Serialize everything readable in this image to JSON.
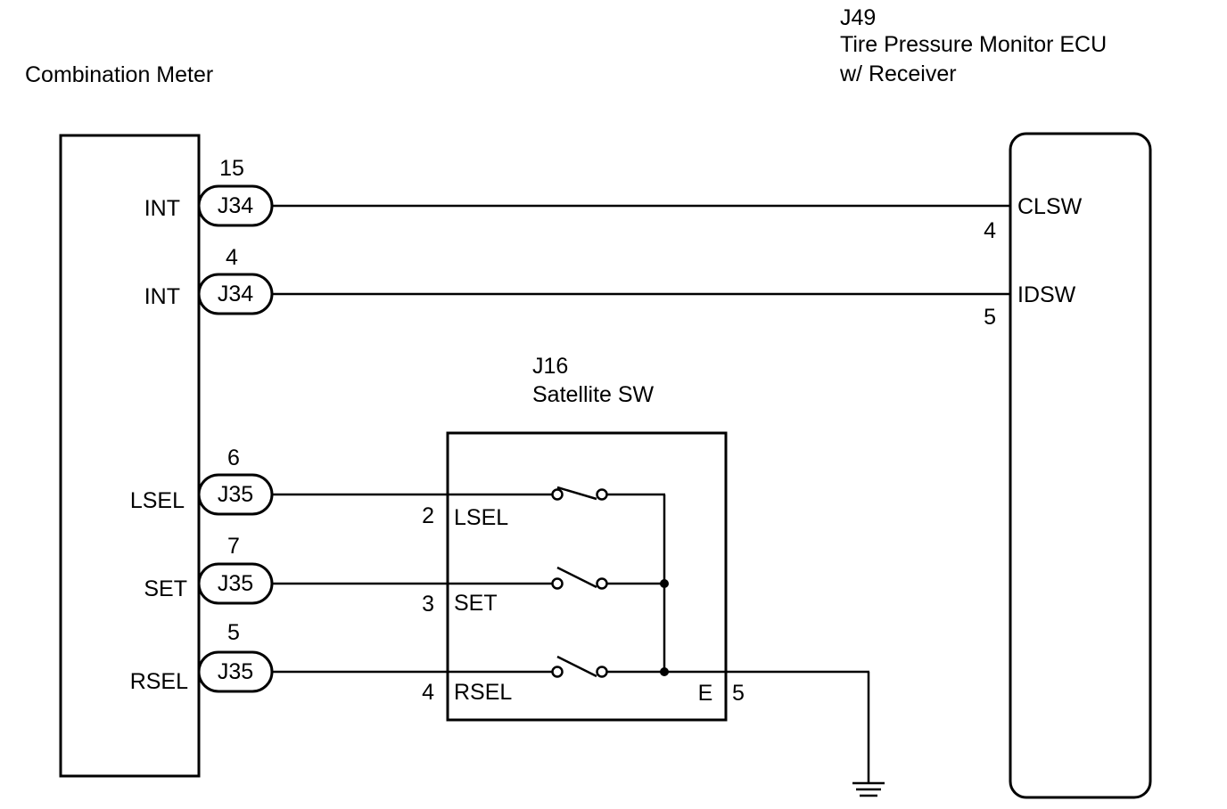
{
  "combination_meter": {
    "title": "Combination Meter",
    "pins": [
      {
        "name": "INT",
        "connector": "J34",
        "pin": "15"
      },
      {
        "name": "INT",
        "connector": "J34",
        "pin": "4"
      },
      {
        "name": "LSEL",
        "connector": "J35",
        "pin": "6"
      },
      {
        "name": "SET",
        "connector": "J35",
        "pin": "7"
      },
      {
        "name": "RSEL",
        "connector": "J35",
        "pin": "5"
      }
    ]
  },
  "tpm_ecu": {
    "code": "J49",
    "title_line1": "Tire Pressure Monitor ECU",
    "title_line2": "w/ Receiver",
    "pins": [
      {
        "name": "CLSW",
        "pin": "4"
      },
      {
        "name": "IDSW",
        "pin": "5"
      }
    ]
  },
  "satellite_sw": {
    "code": "J16",
    "title": "Satellite SW",
    "pins": [
      {
        "name": "LSEL",
        "pin": "2"
      },
      {
        "name": "SET",
        "pin": "3"
      },
      {
        "name": "RSEL",
        "pin": "4"
      }
    ],
    "ground": {
      "name": "E",
      "pin": "5"
    }
  }
}
